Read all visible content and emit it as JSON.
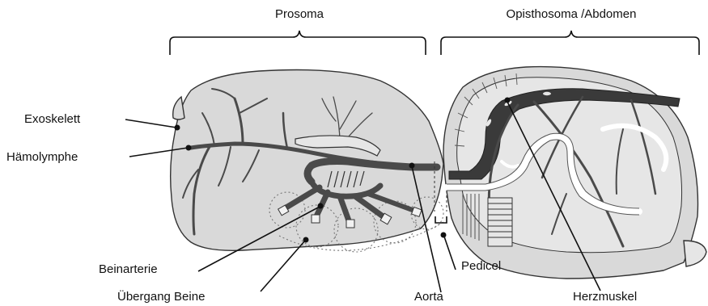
{
  "regions": {
    "prosoma": "Prosoma",
    "opisthosoma": "Opisthosoma /Abdomen"
  },
  "labels": {
    "exoskelett": "Exoskelett",
    "haemolymphe": "Hämolymphe",
    "beinarterie": "Beinarterie",
    "uebergang_beine": "Übergang Beine",
    "aorta": "Aorta",
    "pedicel": "Pedicel",
    "herzmuskel": "Herzmuskel"
  },
  "colors": {
    "body_fill": "#d9d9d9",
    "body_light": "#e6e6e6",
    "vessel": "#4a4a4a",
    "heart": "#3a3a3a",
    "outline": "#333333",
    "text": "#111111"
  }
}
